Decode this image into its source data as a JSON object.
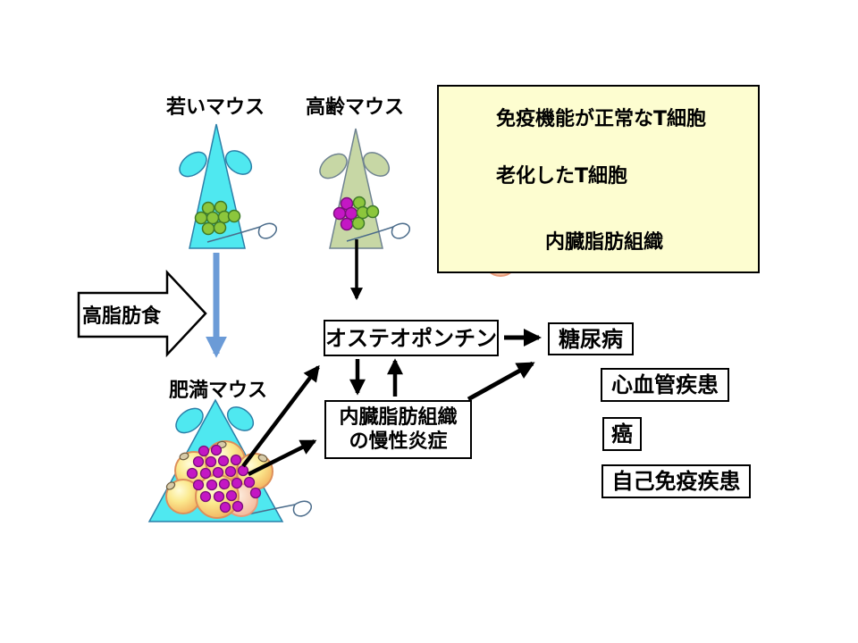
{
  "labels": {
    "young_mouse": "若いマウス",
    "aged_mouse": "高齢マウス",
    "obese_mouse": "肥満マウス",
    "high_fat_diet": "高脂肪食"
  },
  "legend": {
    "normal_t_cell": "免疫機能が正常なT細胞",
    "aged_t_cell": "老化したT細胞",
    "visceral_fat": "内臓脂肪組織"
  },
  "boxes": {
    "osteopontin": "オステオポンチン",
    "inflammation_line1": "内臓脂肪組織",
    "inflammation_line2": "の慢性炎症",
    "diabetes": "糖尿病",
    "cardiovascular": "心血管疾患",
    "cancer": "癌",
    "autoimmune": "自己免疫疾患"
  },
  "colors": {
    "young_mouse_fill": "#4FE8F0",
    "aged_mouse_fill": "#C7D7A5",
    "normal_t_cell_dot": "#8CC63C",
    "aged_t_cell_dot": "#C417C4",
    "fat_cell": "#F5C873",
    "legend_background": "#FDFDD0",
    "down_arrow_blue": "#6B9BD7",
    "arrow_black": "#000000"
  }
}
